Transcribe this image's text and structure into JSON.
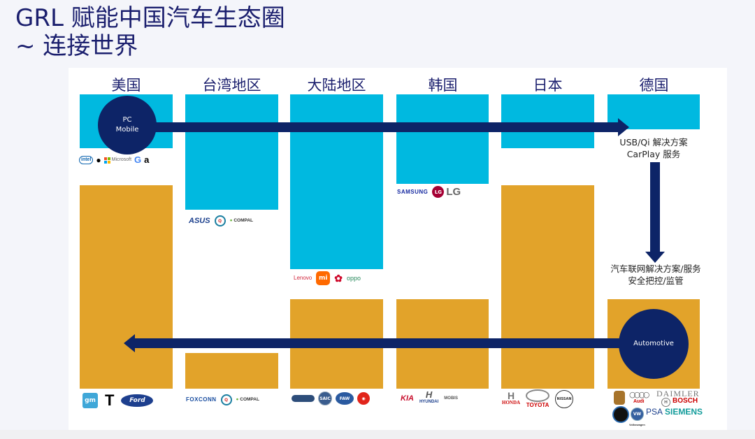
{
  "title": {
    "line1": "GRL 赋能中国汽车生态圈",
    "line2": "~ 连接世界"
  },
  "colors": {
    "title": "#1b1f6e",
    "cyan": "#00b9e0",
    "gold": "#e2a32a",
    "navy": "#0d2467"
  },
  "columns": [
    {
      "label": "美国"
    },
    {
      "label": "台湾地区"
    },
    {
      "label": "大陆地区"
    },
    {
      "label": "韩国"
    },
    {
      "label": "日本"
    },
    {
      "label": "德国"
    }
  ],
  "circles": {
    "consumer": {
      "line1": "PC",
      "line2": "Mobile"
    },
    "automotive": {
      "label": "Automotive"
    }
  },
  "notes": {
    "top_right": {
      "line1": "USB/Qi 解决方案",
      "line2": "CarPlay 服务"
    },
    "mid_right": {
      "line1": "汽车联网解决方案/服务",
      "line2": "安全把控/监管"
    }
  },
  "logos": {
    "usa_top": [
      "intel",
      "Apple",
      "Microsoft",
      "Google",
      "amazon"
    ],
    "taiwan_top": [
      "ASUS",
      "Quanta Computer",
      "COMPAL"
    ],
    "mainland_top": [
      "Lenovo",
      "mi",
      "HUAWEI",
      "oppo"
    ],
    "korea_top": [
      "SAMSUNG",
      "LG"
    ],
    "usa_bottom": [
      "gm",
      "Tesla",
      "Ford"
    ],
    "taiwan_bottom": [
      "FOXCONN",
      "Quanta Computer",
      "COMPAL"
    ],
    "mainland_bottom": [
      "Geely",
      "SAIC",
      "FAW",
      "Dongfeng"
    ],
    "korea_bottom": [
      "KIA",
      "HYUNDAI",
      "MOBIS"
    ],
    "japan_bottom": [
      "HONDA",
      "TOYOTA",
      "NISSAN"
    ],
    "germany_bottom": [
      "Porsche",
      "Audi",
      "DAIMLER",
      "BOSCH",
      "BMW",
      "Volkswagen",
      "PSA",
      "SIEMENS"
    ]
  }
}
